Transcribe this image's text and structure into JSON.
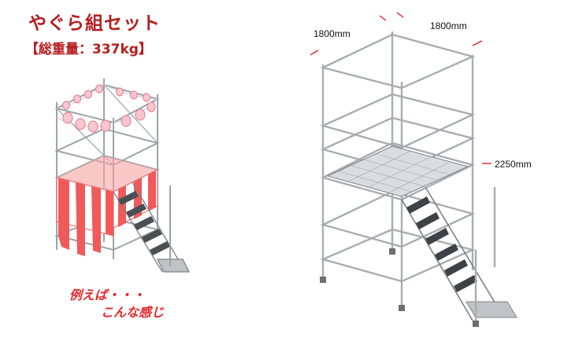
{
  "title": "やぐら組セット",
  "weight": "【総重量：337kg】",
  "caption": {
    "line1": "例えば・・・",
    "line2": "こんな感じ"
  },
  "dimensions": {
    "width_left": "1800mm",
    "width_right": "1800mm",
    "height": "2250mm"
  },
  "colors": {
    "title": "#b51e1e",
    "caption": "#e8262b",
    "curtain": "#f05a5a",
    "lantern": "#f7b3c0",
    "frame": "#a9adb2",
    "dimension": "#d9262b"
  }
}
